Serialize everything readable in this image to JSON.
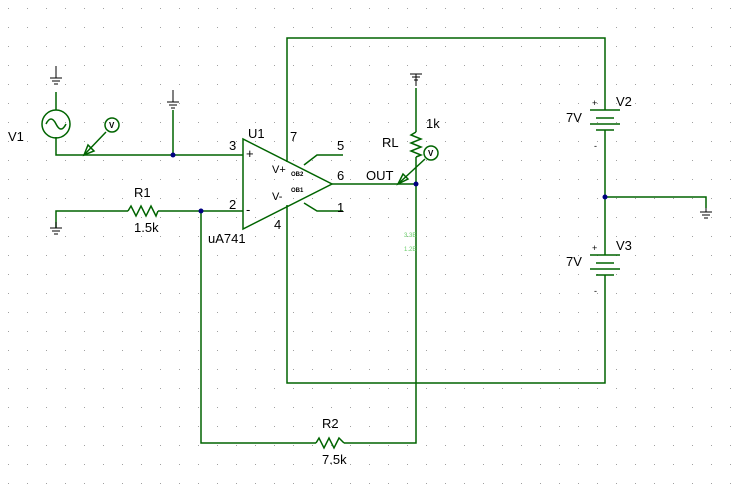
{
  "colors": {
    "wire": "#006400",
    "grid_dot": "#a0a0a0",
    "background": "#ffffff",
    "terminal": "#ff0000",
    "junction": "#000080"
  },
  "components": {
    "v1": {
      "ref": "V1"
    },
    "u1": {
      "ref": "U1",
      "part": "uA741",
      "plus": "+",
      "minus": "-",
      "vplus": "V+",
      "vminus": "V-",
      "ob2": "OB2",
      "ob1": "OB1",
      "pins": {
        "p3": "3",
        "p2": "2",
        "p7": "7",
        "p4": "4",
        "p5": "5",
        "p6": "6",
        "p1": "1"
      }
    },
    "r1": {
      "ref": "R1",
      "value": "1.5k"
    },
    "r2": {
      "ref": "R2",
      "value": "7.5k"
    },
    "rl": {
      "ref": "RL",
      "value": "1k"
    },
    "v2": {
      "ref": "V2",
      "value": "7V",
      "plus": "+",
      "minus": "-"
    },
    "v3": {
      "ref": "V3",
      "value": "7V",
      "plus": "+",
      "minus": "-"
    },
    "out": {
      "label": "OUT"
    },
    "probe_symbol": "V",
    "faint_text": [
      "3.3E",
      "1.2E"
    ]
  }
}
